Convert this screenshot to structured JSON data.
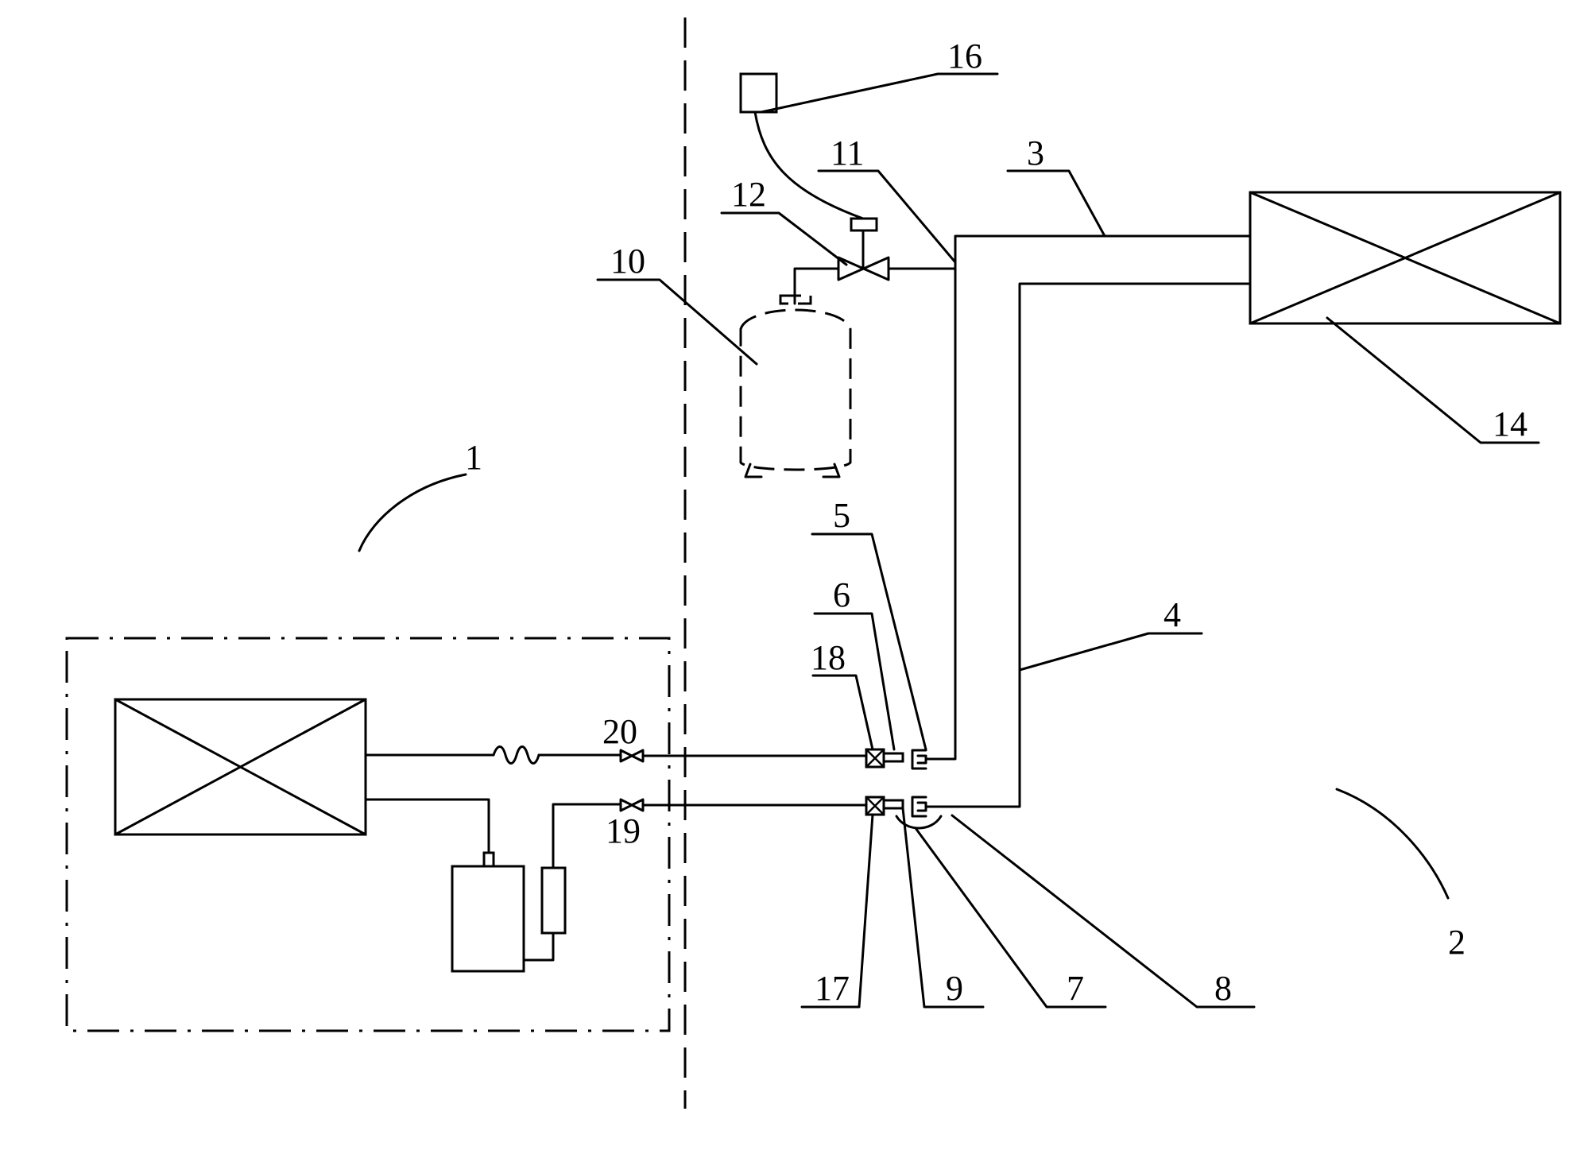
{
  "chart_data": {
    "type": "diagram",
    "labels": [
      "1",
      "2",
      "3",
      "4",
      "5",
      "6",
      "7",
      "8",
      "9",
      "10",
      "11",
      "12",
      "14",
      "16",
      "17",
      "18",
      "19",
      "20"
    ]
  }
}
